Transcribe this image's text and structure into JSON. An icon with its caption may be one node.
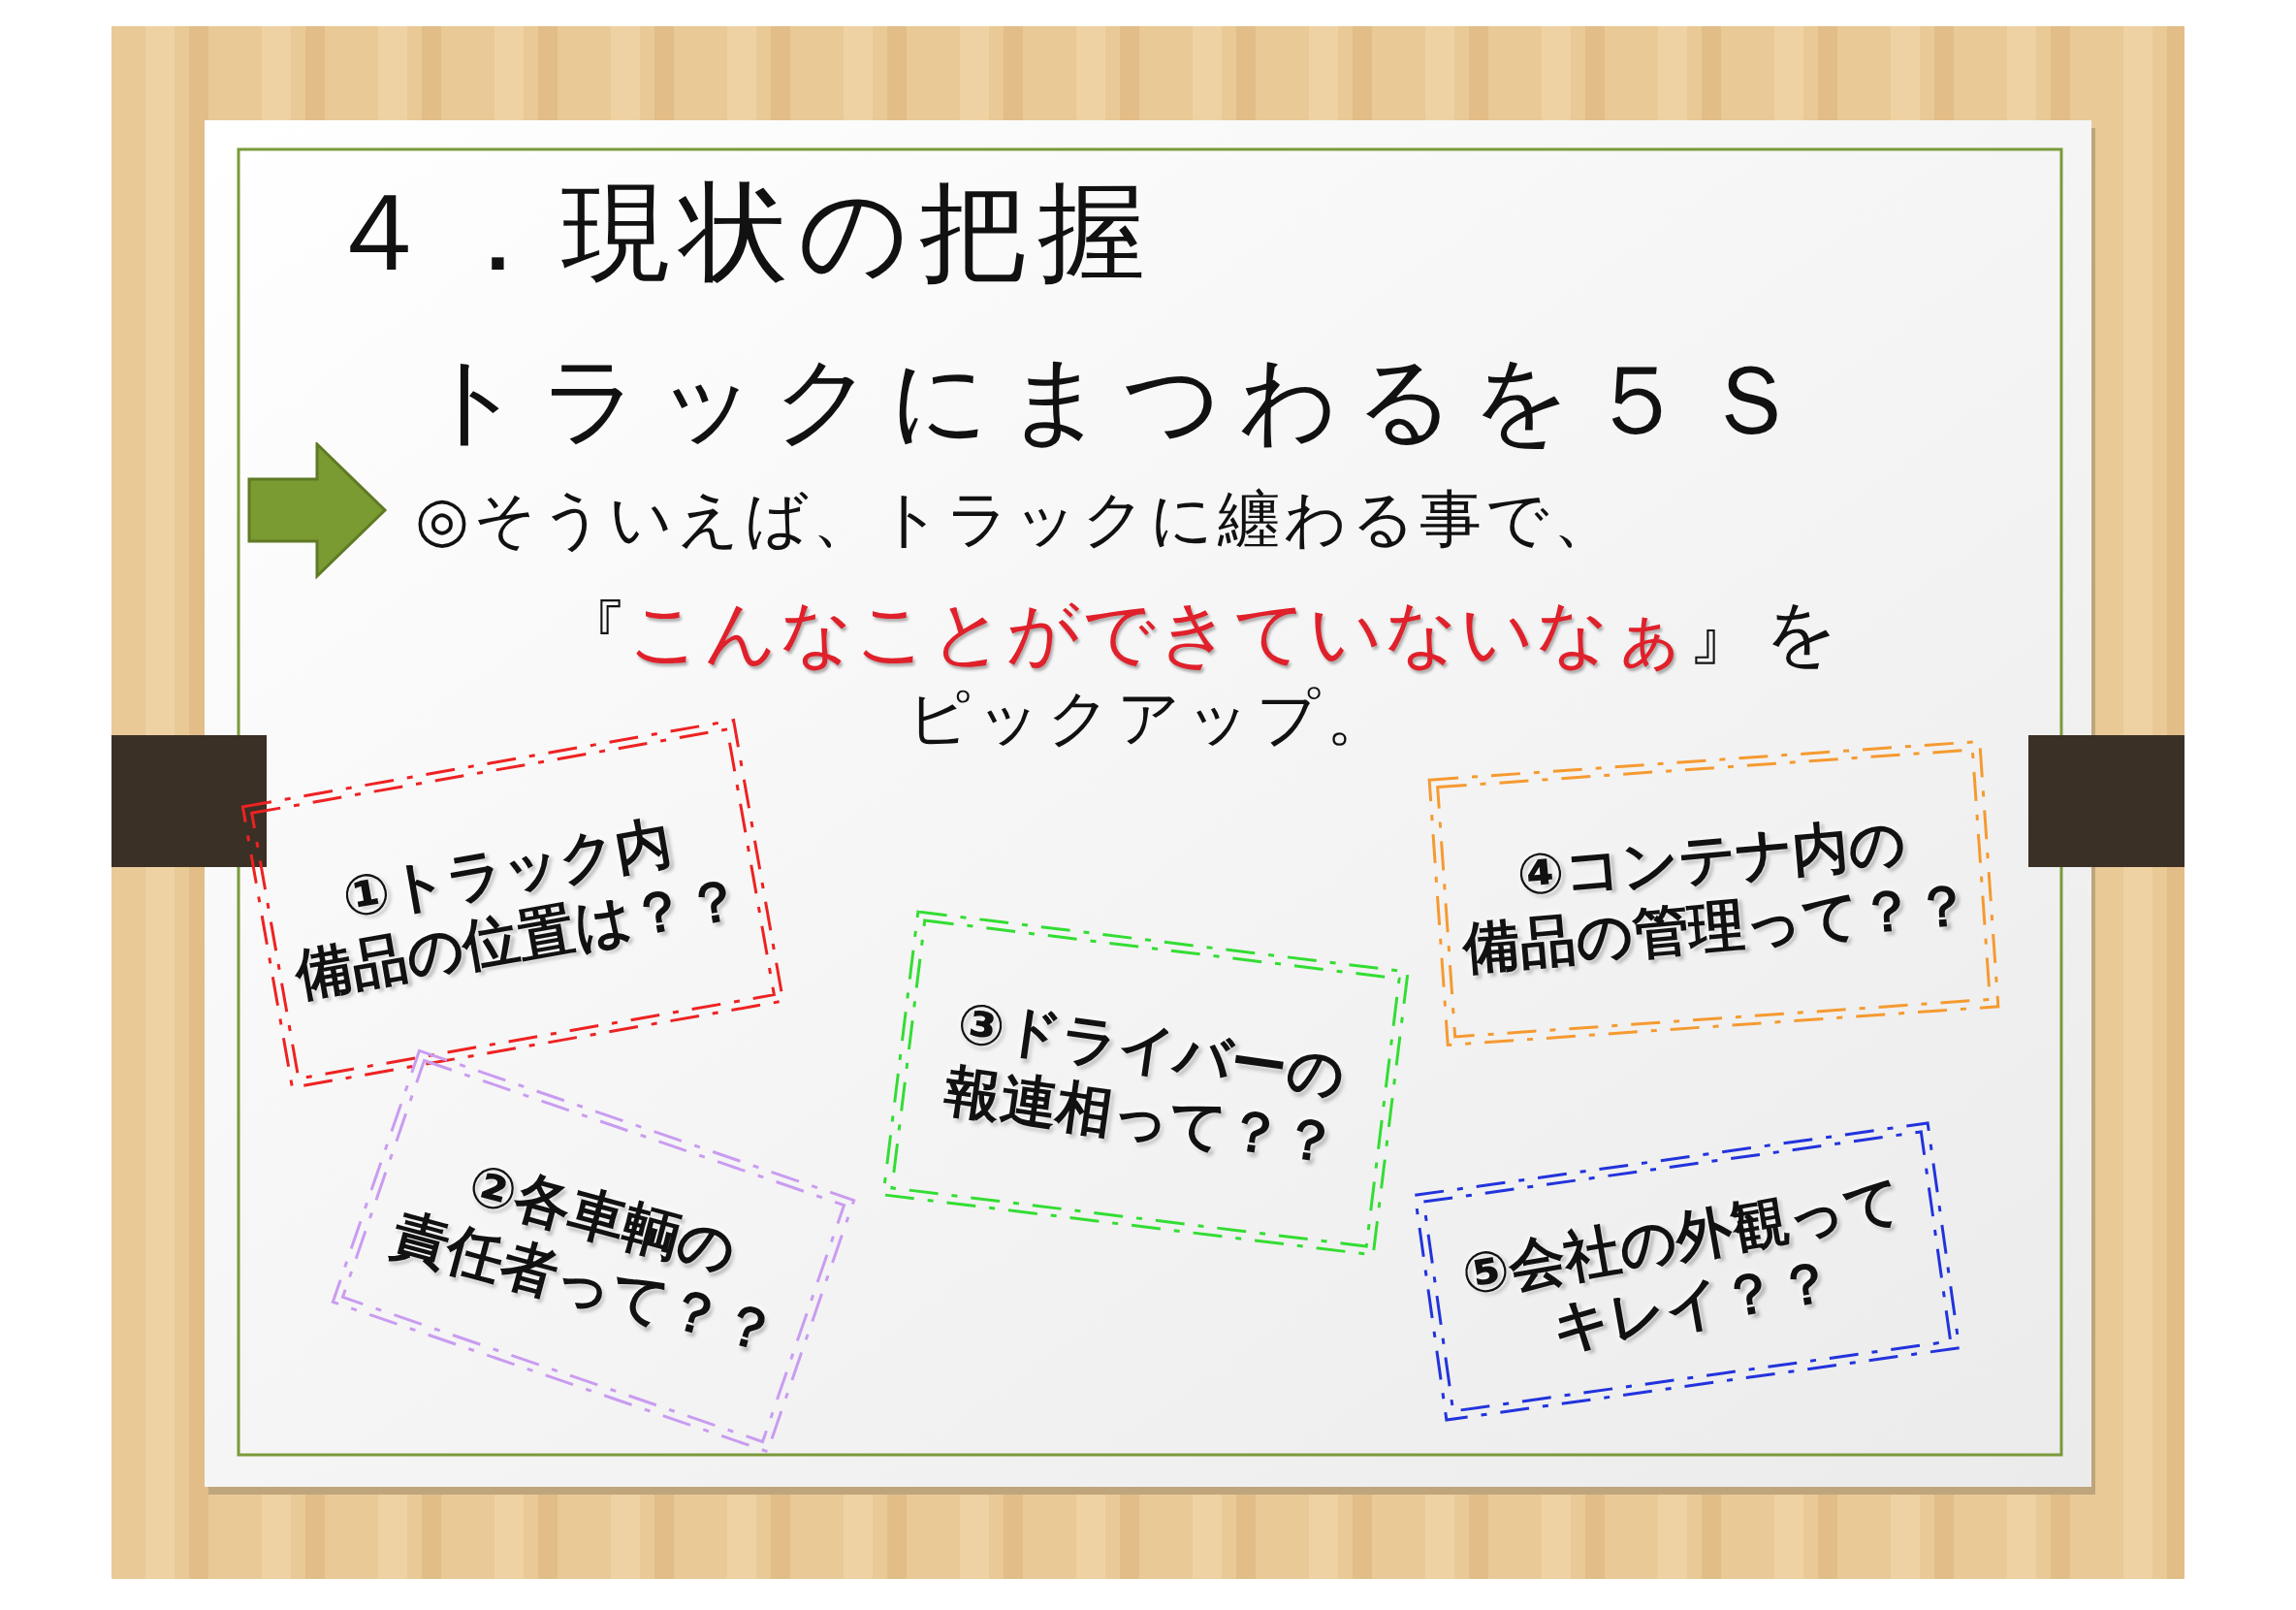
{
  "diagram": {
    "title": "４．現状の把握",
    "nodes": [
      {
        "text": [
          "①トラック内備品の位置は？？"
        ]
      },
      {
        "text": [
          "②各車輌の責任者って？？"
        ]
      },
      {
        "text": [
          "③ドライバーの報連相って？？"
        ]
      },
      {
        "text": [
          "④コンテナ内の備品の管理って？？"
        ]
      },
      {
        "text": [
          "⑤会社の外観ってキレイ？？"
        ]
      }
    ],
    "labels": [
      "トラックにまつわるを５Ｓ",
      "◎そういえば、トラックに纏わる事で、",
      "『",
      "こんなことができていないなぁ",
      "』を",
      "ピックアップ。"
    ]
  }
}
